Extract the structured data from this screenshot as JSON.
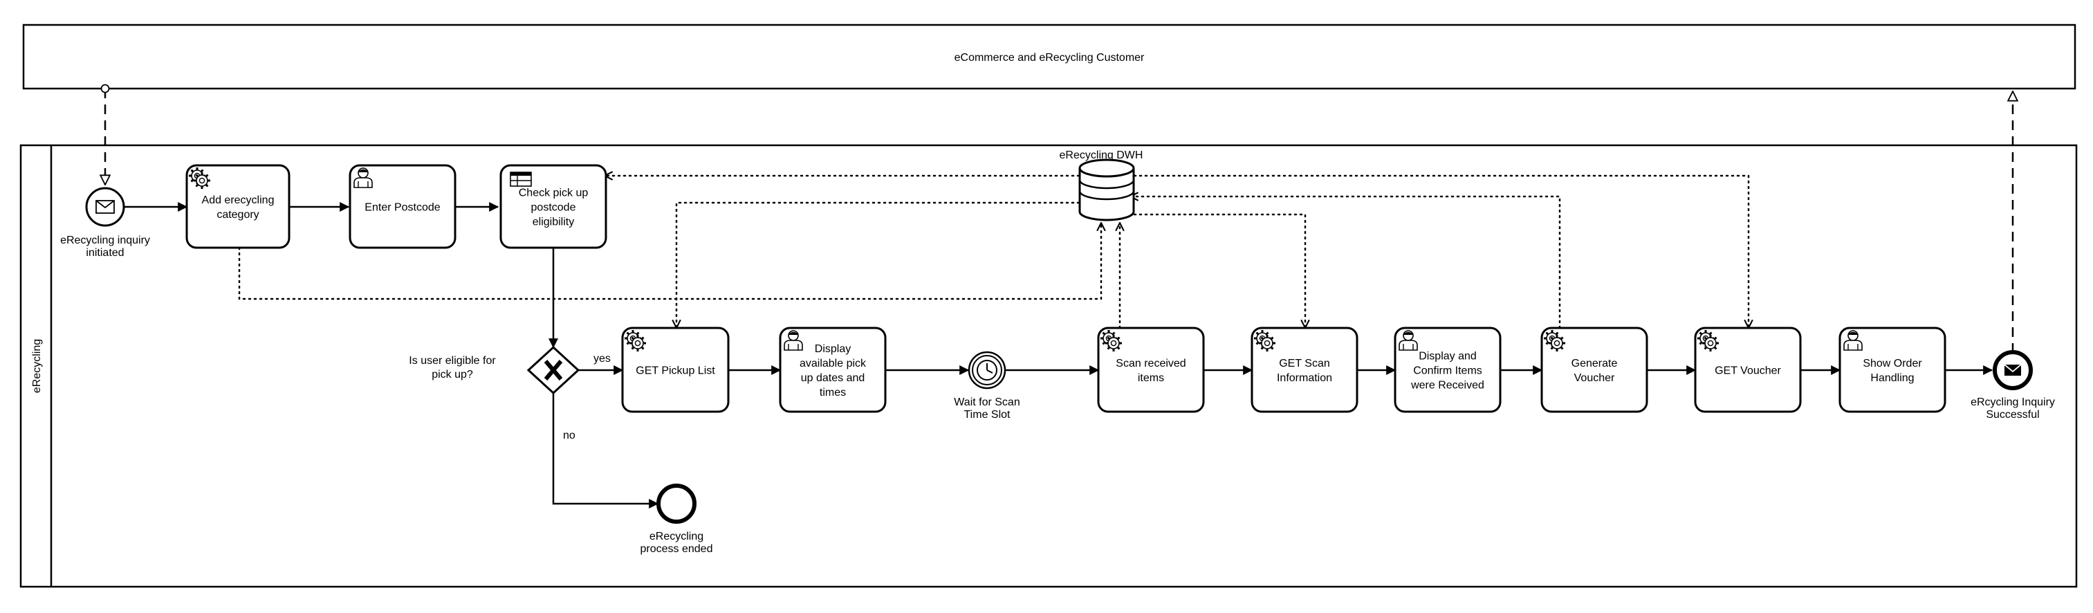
{
  "pools": {
    "customer": "eCommerce and eRecycling Customer",
    "erecycling_lane": "eRecycling"
  },
  "datastore": {
    "label": "eRecycling DWH",
    "icon": "database-icon"
  },
  "events": {
    "start": {
      "label_lines": [
        "eRecycling inquiry",
        "initiated"
      ],
      "icon": "envelope-icon"
    },
    "timer": {
      "label_lines": [
        "Wait for Scan",
        "Time Slot"
      ],
      "icon": "clock-icon"
    },
    "end_success": {
      "label_lines": [
        "eRcycling Inquiry",
        "Successful"
      ],
      "icon": "envelope-filled-icon"
    },
    "end_plain": {
      "label_lines": [
        "eRecycling",
        "process ended"
      ]
    }
  },
  "gateway": {
    "label_lines": [
      "Is user eligible for",
      "pick up?"
    ],
    "yes": "yes",
    "no": "no",
    "icon": "x-icon"
  },
  "tasks": [
    {
      "id": "add-category",
      "lines": [
        "Add erecycling",
        "category"
      ],
      "type": "service",
      "icon": "gear-icon"
    },
    {
      "id": "enter-postcode",
      "lines": [
        "Enter Postcode"
      ],
      "type": "user",
      "icon": "user-icon"
    },
    {
      "id": "check-eligibility",
      "lines": [
        "Check pick up",
        "postcode",
        "eligibility"
      ],
      "type": "business-rule",
      "icon": "table-icon"
    },
    {
      "id": "get-pickup-list",
      "lines": [
        "GET Pickup List"
      ],
      "type": "service",
      "icon": "gear-icon"
    },
    {
      "id": "display-dates",
      "lines": [
        "Display",
        "available pick",
        "up dates and",
        "times"
      ],
      "type": "user",
      "icon": "user-icon"
    },
    {
      "id": "scan-items",
      "lines": [
        "Scan received",
        "items"
      ],
      "type": "service",
      "icon": "gear-icon"
    },
    {
      "id": "get-scan-info",
      "lines": [
        "GET Scan",
        "Information"
      ],
      "type": "service",
      "icon": "gear-icon"
    },
    {
      "id": "confirm-items",
      "lines": [
        "Display and",
        "Confirm Items",
        "were Received"
      ],
      "type": "user",
      "icon": "user-icon"
    },
    {
      "id": "generate-voucher",
      "lines": [
        "Generate",
        "Voucher"
      ],
      "type": "service",
      "icon": "gear-icon"
    },
    {
      "id": "get-voucher",
      "lines": [
        "GET Voucher"
      ],
      "type": "service",
      "icon": "gear-icon"
    },
    {
      "id": "show-order",
      "lines": [
        "Show Order",
        "Handling"
      ],
      "type": "user",
      "icon": "user-icon"
    }
  ]
}
